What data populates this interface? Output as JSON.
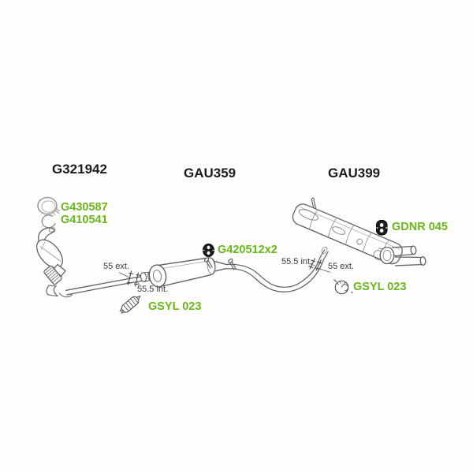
{
  "diagram": {
    "type": "exhaust-system-parts-diagram",
    "sections": {
      "front": {
        "title": "G321942",
        "part": "catalytic-converter-front-pipe"
      },
      "center": {
        "title": "GAU359",
        "part": "center-silencer"
      },
      "rear": {
        "title": "GAU399",
        "part": "rear-silencer-twin-tailpipe"
      }
    },
    "part_labels": {
      "front_clamp_upper": "G430587",
      "front_clamp_lower": "G410541",
      "center_hanger": "G420512x2",
      "center_paste": "GSYL 023",
      "rear_hanger": "GDNR 045",
      "rear_paste": "GSYL 023"
    },
    "dimension_labels": {
      "center_pipe_ext": "55 ext.",
      "center_pipe_int": "55.5 int.",
      "rear_pipe_int": "55.5 int.",
      "rear_pipe_ext": "55 ext."
    },
    "icons": {
      "front_clamp_upper": "clamp-icon",
      "front_clamp_lower": "clamp-icon",
      "center_hanger": "rubber-hanger-icon",
      "rear_hanger": "rubber-hanger-icon",
      "center_paste": "paste-tube-icon",
      "rear_paste": "paste-tube-icon"
    },
    "colors": {
      "part_label_green": "#6ab61c",
      "title_black": "#1b1b1b",
      "dimension_text": "#3a3a3a",
      "line_art": "#5f5f5f",
      "background": "#fdfefb"
    }
  }
}
